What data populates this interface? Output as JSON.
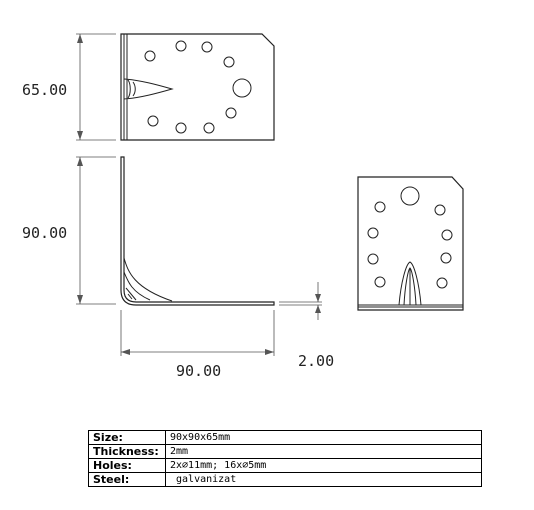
{
  "dimensions": {
    "height_top": "65.00",
    "height_side": "90.00",
    "width": "90.00",
    "thickness": "2.00"
  },
  "specs": [
    {
      "label": "Size:",
      "value": "90x90x65mm"
    },
    {
      "label": "Thickness:",
      "value": "2mm"
    },
    {
      "label": "Holes:",
      "value": "2x∅11mm; 16x∅5mm"
    },
    {
      "label": "Steel:",
      "value": " galvanizat"
    }
  ]
}
